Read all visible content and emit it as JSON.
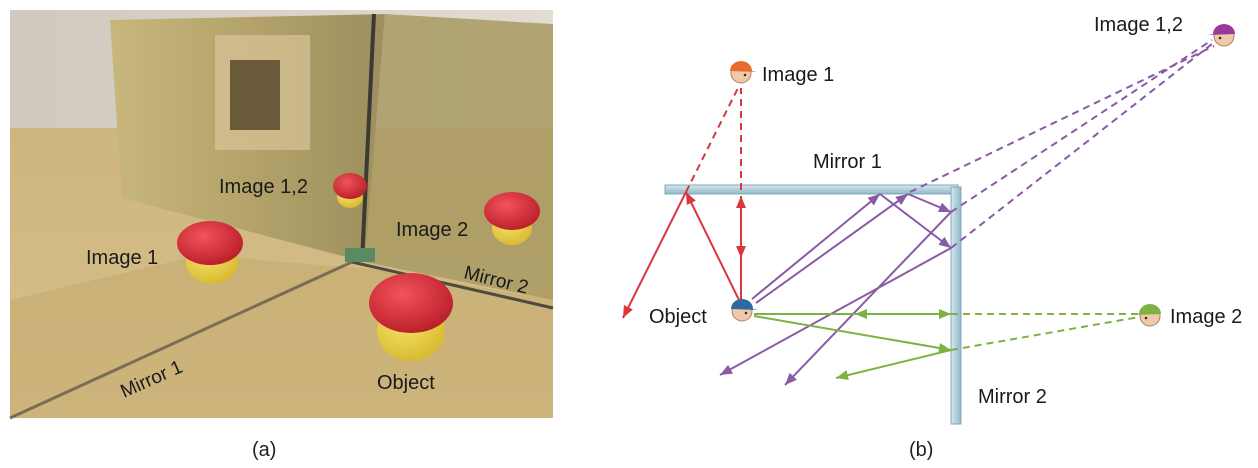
{
  "photo": {
    "labels": {
      "image_1_2": "Image 1,2",
      "image_2": "Image 2",
      "image_1": "Image 1",
      "mirror_2": "Mirror 2",
      "mirror_1": "Mirror 1",
      "object": "Object"
    },
    "caption": "(a)"
  },
  "diagram": {
    "labels": {
      "image_1": "Image 1",
      "image_1_2": "Image 1,2",
      "mirror_1": "Mirror 1",
      "object": "Object",
      "image_2": "Image 2",
      "mirror_2": "Mirror 2"
    },
    "caption": "(b)",
    "colors": {
      "ray_mirror_1": "#d9363e",
      "ray_double": "#8a5aa6",
      "ray_mirror_2": "#7cb342",
      "mirror": "#a9ccd9",
      "object_head": "#2d6aa0",
      "image_1_head": "#ea6a2c",
      "image_1_2_head": "#9b3a9b",
      "image_2_head": "#7cb342"
    }
  }
}
